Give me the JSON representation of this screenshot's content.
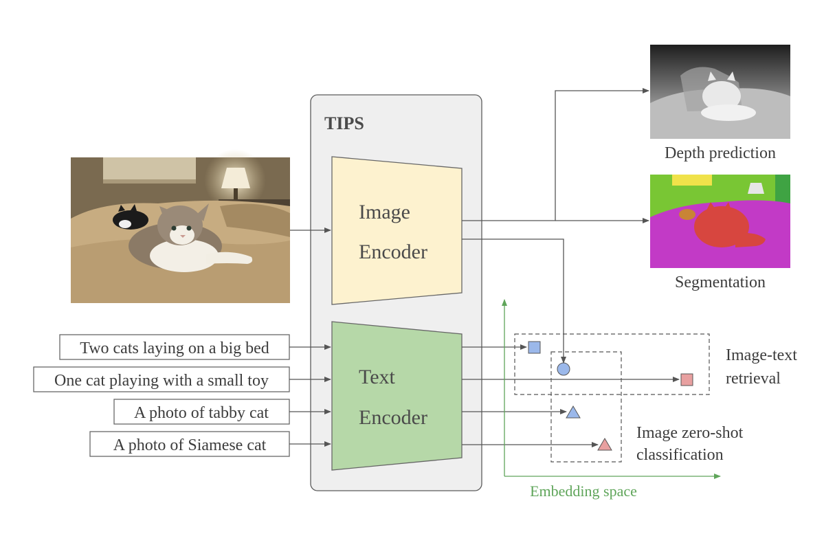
{
  "tips_label": "TIPS",
  "image_encoder": {
    "line1": "Image",
    "line2": "Encoder"
  },
  "text_encoder": {
    "line1": "Text",
    "line2": "Encoder"
  },
  "captions": [
    "Two cats laying on a big bed",
    "One cat playing with a small toy",
    "A photo of tabby cat",
    "A photo of Siamese cat"
  ],
  "outputs": {
    "depth": "Depth prediction",
    "segmentation": "Segmentation"
  },
  "tasks": {
    "retrieval_line1": "Image-text",
    "retrieval_line2": "retrieval",
    "zeroshot_line1": "Image zero-shot",
    "zeroshot_line2": "classification"
  },
  "embedding_label": "Embedding space",
  "colors": {
    "image_encoder_fill": "#fdf2cf",
    "text_encoder_fill": "#b6d8a8",
    "tips_box_fill": "#efefef",
    "axis": "#5fa55a",
    "blue_marker": "#9bb8ea",
    "red_marker": "#e8a0a0"
  }
}
